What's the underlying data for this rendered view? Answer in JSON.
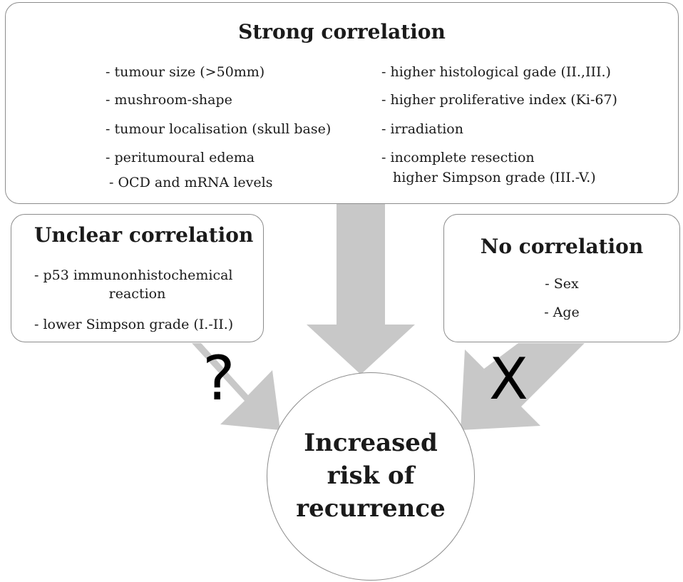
{
  "colors": {
    "arrow": "#c8c8c8",
    "border": "#8c8c8c",
    "text": "#1a1a1a"
  },
  "strong": {
    "title": "Strong correlation",
    "left_items": [
      "- tumour  size (>50mm)",
      "- mushroom-shape",
      "- tumour  localisation (skull base)",
      "- peritumoural  edema",
      "- OCD and mRNA levels"
    ],
    "right_items": [
      "- higher histological gade (II.,III.)",
      "- higher proliferative index (Ki-67)",
      "- irradiation",
      "- incomplete resection",
      "higher Simpson grade (III.-V.)"
    ]
  },
  "unclear": {
    "title": "Unclear correlation",
    "items": [
      "- p53 immunonhistochemical",
      "reaction",
      "- lower Simpson grade (I.-II.)"
    ],
    "symbol": "?"
  },
  "none": {
    "title": "No correlation",
    "items": [
      "- Sex",
      "- Age"
    ],
    "symbol": "X"
  },
  "outcome": {
    "lines": [
      "Increased",
      "risk of",
      "recurrence"
    ]
  }
}
